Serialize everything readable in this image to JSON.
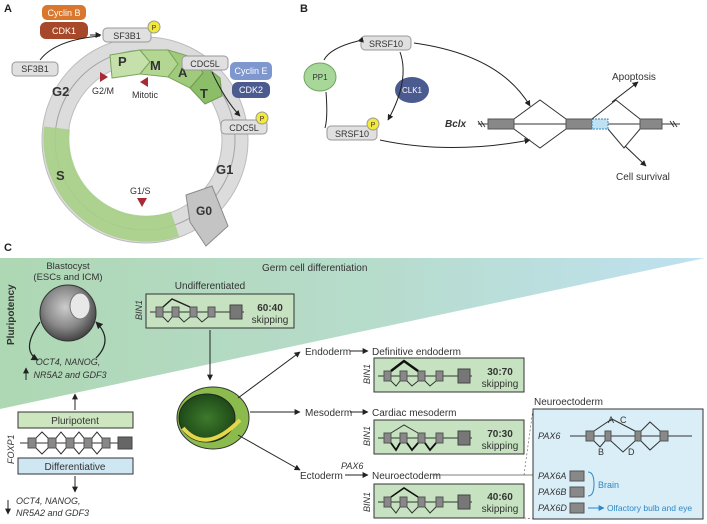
{
  "panels": {
    "a": "A",
    "b": "B",
    "c": "C"
  },
  "cell_cycle": {
    "cyclin_b": "Cyclin B",
    "cdk1": "CDK1",
    "sf3b1_phospho": "SF3B1",
    "sf3b1": "SF3B1",
    "cdc5l": "CDC5L",
    "cdc5l_phospho": "CDC5L",
    "cyclin_e": "Cyclin E",
    "cdk2": "CDK2",
    "phos": "P",
    "phases": {
      "p": "P",
      "m": "M",
      "a": "A",
      "t": "T",
      "g1": "G1",
      "g2": "G2",
      "s": "S",
      "g0": "G0"
    },
    "checkpoints": {
      "g2m": "G2/M",
      "mitotic": "Mitotic",
      "g1s": "G1/S"
    },
    "colors": {
      "cyclin_b": "#d9772f",
      "cdk1": "#a8482a",
      "cyclin_e": "#7f97cf",
      "cdk2": "#4b5b90",
      "phospho": "#f3e93a",
      "phase_green": "#a7cf86",
      "ring_gray": "#cccccc",
      "checkpoint": "#a82a35"
    }
  },
  "splicing": {
    "sr_top": "SRSF10",
    "sr_bottom": "SRSF10",
    "pp1": "PP1",
    "clk1": "CLK1",
    "phos": "P",
    "gene": "Bclx",
    "apoptosis": "Apoptosis",
    "survival": "Cell survival"
  },
  "differentiation": {
    "germ": "Germ cell differentiation",
    "pluripotency": "Pluripotency",
    "blastocyst": "Blastocyst",
    "blastocyst_sub": "(ESCs and ICM)",
    "genes_up_1": "OCT4, NANOG,",
    "genes_up_2": "NR5A2 and GDF3",
    "pluripotent": "Pluripotent",
    "differentiative": "Differentiative",
    "foxp1": "FOXP1",
    "genes_down_1": "OCT4, NANOG,",
    "genes_down_2": "NR5A2 and GDF3",
    "undiff": "Undifferentiated",
    "bin1": "BIN1",
    "undiff_ratio": "60:40",
    "skipping": "skipping",
    "endoderm": "Endoderm",
    "def_endoderm": "Definitive endoderm",
    "endo_ratio": "30:70",
    "mesoderm": "Mesoderm",
    "cardiac": "Cardiac mesoderm",
    "meso_ratio": "70:30",
    "ectoderm": "Ectoderm",
    "pax6_label": "PAX6",
    "neuroecto": "Neuroectoderm",
    "ecto_ratio": "40:60",
    "neuroecto_box": "Neuroectoderm",
    "pax6": "PAX6",
    "exon_a": "A",
    "exon_c": "C",
    "exon_b": "B",
    "exon_d": "D",
    "pax6a": "PAX6A",
    "pax6b": "PAX6B",
    "pax6d": "PAX6D",
    "brain": "Brain",
    "olfactory": "Olfactory bulb and eye",
    "colors": {
      "pluripotent_box": "#cde6c0",
      "diff_box": "#cfe7f2",
      "neuro_panel": "#d9eef7",
      "arrow_blue": "#2d87c9",
      "germ_layer": "#6b9f3a"
    }
  }
}
